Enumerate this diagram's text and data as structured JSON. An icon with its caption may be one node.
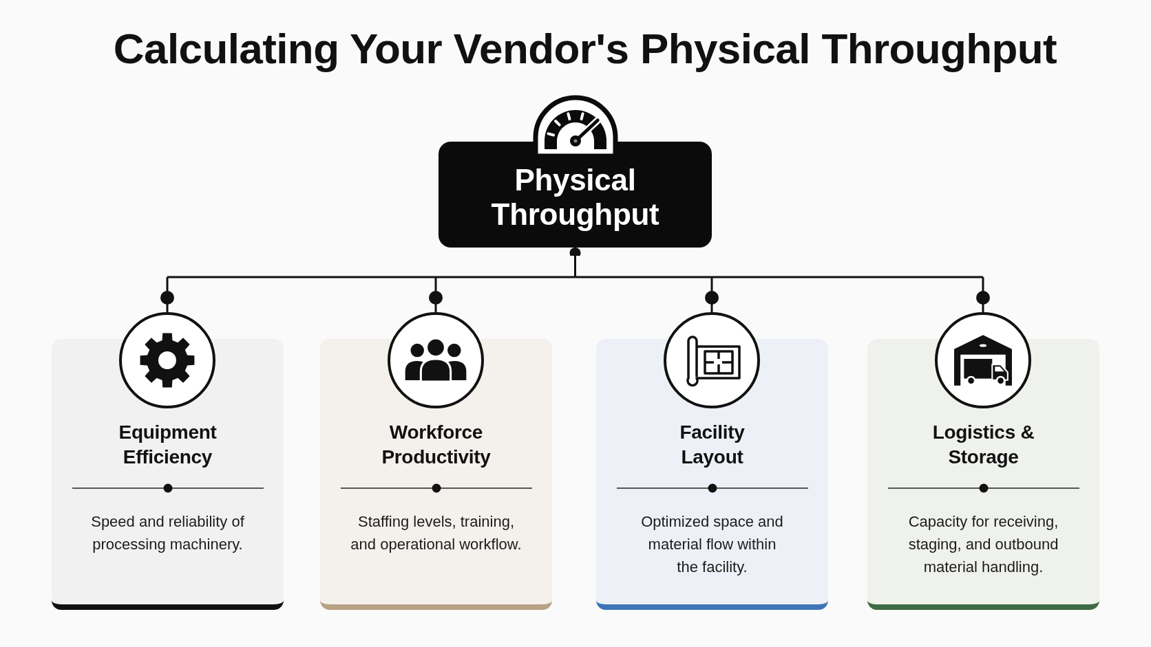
{
  "diagram": {
    "title": "Calculating Your Vendor's Physical Throughput",
    "nodes": [
      {
        "text": [
          "Physical Throughput"
        ]
      },
      {
        "text": [],
        "shape": "circle"
      },
      {
        "text": [
          "Equipment Efficiency",
          "Speed and reliability of processing machinery."
        ]
      },
      {
        "text": [],
        "shape": "circle"
      },
      {
        "text": [
          "Workforce Productivity",
          "Staffing levels, training, and operational workflow."
        ]
      },
      {
        "text": [],
        "shape": "circle"
      },
      {
        "text": [
          "Facility Layout",
          "Optimized space and material flow within the facility."
        ]
      },
      {
        "text": [],
        "shape": "circle"
      },
      {
        "text": [
          "Logistics & Storage",
          "Capacity for receiving, staging, and outbound material handling."
        ]
      }
    ],
    "edges": [
      {
        "from": 0,
        "to": 1,
        "arrow": "other"
      },
      {
        "from": 0,
        "to": 3,
        "arrow": "other"
      },
      {
        "from": 0,
        "to": 5,
        "arrow": "other"
      },
      {
        "from": 0,
        "to": 7,
        "arrow": "other"
      }
    ]
  }
}
